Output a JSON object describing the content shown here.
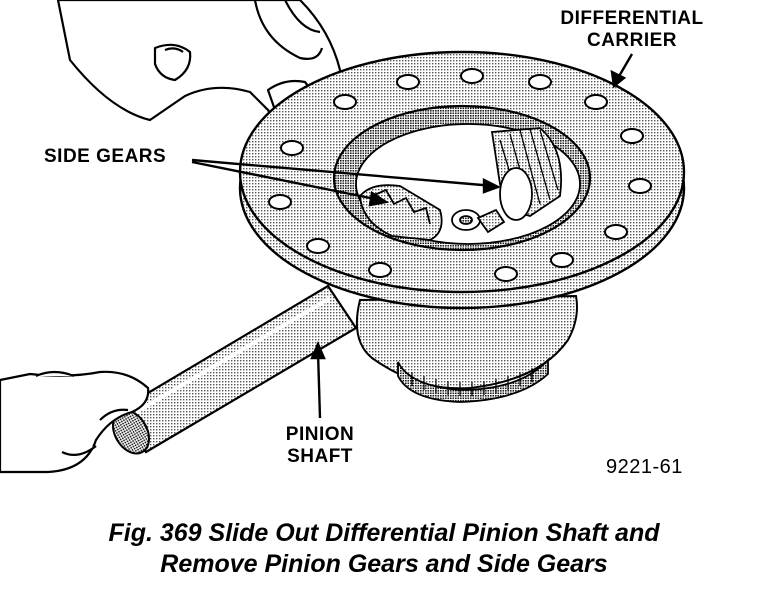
{
  "labels": {
    "differential_carrier_line1": "DIFFERENTIAL",
    "differential_carrier_line2": "CARRIER",
    "side_gears": "SIDE GEARS",
    "pinion_shaft_line1": "PINION",
    "pinion_shaft_line2": "SHAFT",
    "figure_id": "9221-61"
  },
  "caption": {
    "line1": "Fig. 369 Slide Out Differential Pinion Shaft and",
    "line2": "Remove Pinion Gears and Side Gears"
  },
  "colors": {
    "ink": "#000000",
    "paper": "#ffffff",
    "halftone": "#bdbdbd"
  }
}
